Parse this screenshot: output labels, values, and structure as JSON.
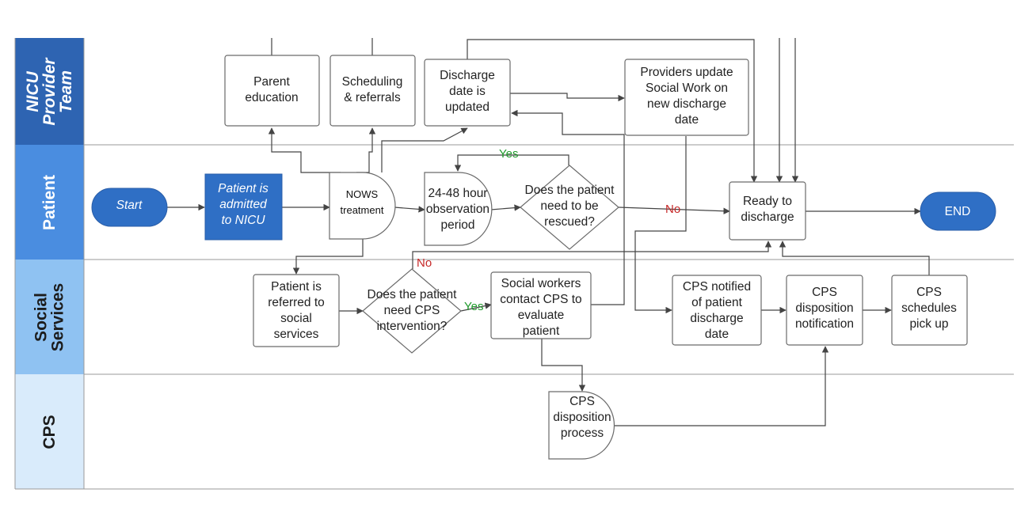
{
  "lanes": [
    {
      "id": "nicu",
      "label_lines": [
        "NICU",
        "Provider",
        "Team"
      ],
      "color": "#2e64b2",
      "text_color": "#ffffff"
    },
    {
      "id": "patient",
      "label_lines": [
        "Patient"
      ],
      "color": "#4a8de0",
      "text_color": "#ffffff"
    },
    {
      "id": "social",
      "label_lines": [
        "Social",
        "Services"
      ],
      "color": "#8fc2f2",
      "text_color": "#1c1c1c"
    },
    {
      "id": "cps",
      "label_lines": [
        "CPS"
      ],
      "color": "#d9ebfb",
      "text_color": "#1c1c1c"
    }
  ],
  "nodes": {
    "start": {
      "lines": [
        "Start"
      ]
    },
    "admitted": {
      "lines": [
        "Patient is",
        "admitted",
        "to NICU"
      ]
    },
    "nows": {
      "lines": [
        "NOWS",
        "treatment"
      ]
    },
    "observation": {
      "lines": [
        "24-48 hour",
        "observation",
        "period"
      ]
    },
    "rescued": {
      "lines": [
        "Does the patient",
        "need to be",
        "rescued?"
      ]
    },
    "ready": {
      "lines": [
        "Ready to",
        "discharge"
      ]
    },
    "end": {
      "lines": [
        "END"
      ]
    },
    "parent_ed": {
      "lines": [
        "Parent",
        "education"
      ]
    },
    "scheduling": {
      "lines": [
        "Scheduling",
        "& referrals"
      ]
    },
    "discharge_date": {
      "lines": [
        "Discharge",
        "date is",
        "updated"
      ]
    },
    "providers_update": {
      "lines": [
        "Providers update",
        "Social Work on",
        "new discharge",
        "date"
      ]
    },
    "referred": {
      "lines": [
        "Patient is",
        "referred to",
        "social",
        "services"
      ]
    },
    "cps_need": {
      "lines": [
        "Does the patient",
        "need CPS",
        "intervention?"
      ]
    },
    "sw_contact": {
      "lines": [
        "Social workers",
        "contact CPS to",
        "evaluate",
        "patient"
      ]
    },
    "cps_notified": {
      "lines": [
        "CPS notified",
        "of patient",
        "discharge",
        "date"
      ]
    },
    "cps_disp_notif": {
      "lines": [
        "CPS",
        "disposition",
        "notification"
      ]
    },
    "cps_pickup": {
      "lines": [
        "CPS",
        "schedules",
        "pick up"
      ]
    },
    "cps_process": {
      "lines": [
        "CPS",
        "disposition",
        "process"
      ]
    }
  },
  "edge_labels": {
    "yes_rescue": "Yes",
    "no_rescue": "No",
    "yes_cps": "Yes",
    "no_cps": "No"
  },
  "colors": {
    "start_end_fill": "#2f6fc5",
    "admitted_fill": "#2f6fc5",
    "yes": "#1f9a2b",
    "no": "#c62828"
  }
}
